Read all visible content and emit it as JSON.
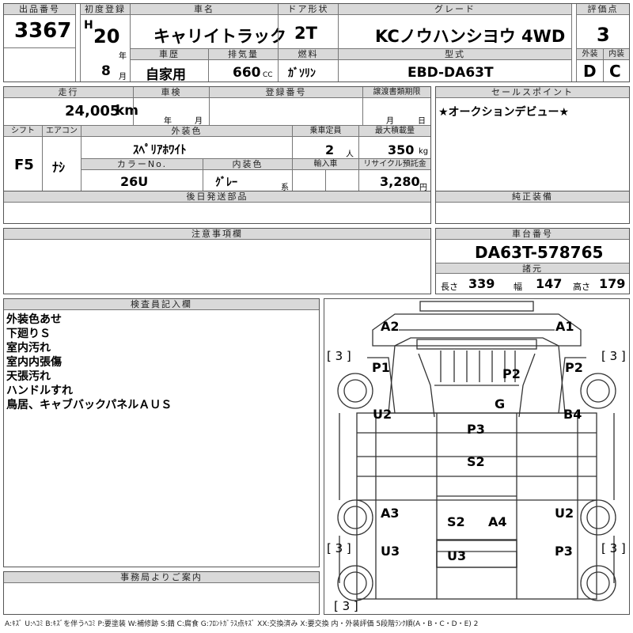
{
  "row1": {
    "lot_no_label": "出品番号",
    "lot_no": "3367",
    "first_reg_label": "初度登録",
    "era": "H",
    "year_no": "20",
    "year_unit": "年",
    "month_no": "8",
    "month_unit": "月",
    "car_name_label": "車名",
    "car_name": "キャリイトラック",
    "door_label": "ドア形状",
    "door": "2T",
    "grade_label": "グレード",
    "grade": "KCノウハンシヨウ 4WD",
    "score_label": "評価点",
    "score": "3",
    "history_label": "車歴",
    "history": "自家用",
    "displacement_label": "排気量",
    "displacement": "660",
    "displacement_unit": "CC",
    "fuel_label": "燃料",
    "fuel": "ｶﾞｿﾘﾝ",
    "model_label": "型式",
    "model": "EBD-DA63T",
    "exterior_label": "外装",
    "exterior": "D",
    "interior_label": "内装",
    "interior": "C"
  },
  "row2": {
    "mileage_label": "走行",
    "mileage": "24,005",
    "mileage_unit": "km",
    "inspection_label": "車検",
    "insp_year_unit": "年",
    "insp_month_unit": "月",
    "reg_no_label": "登録番号",
    "transfer_label": "譲渡書類期限",
    "transfer_month_unit": "月",
    "transfer_day_unit": "日",
    "shift_label": "シフト",
    "shift": "F5",
    "ac_label": "エアコン",
    "ac": "ﾅｼ",
    "ext_color_label": "外装色",
    "ext_color": "ｽﾍﾟﾘｱﾎﾜｲﾄ",
    "capacity_label": "乗車定員",
    "capacity": "2",
    "capacity_unit": "人",
    "load_label": "最大積載量",
    "load": "350",
    "load_unit": "kg",
    "color_no_label": "カラーNo.",
    "color_no": "26U",
    "int_color_label": "内装色",
    "int_color": "ｸﾞﾚｰ",
    "int_color_unit": "系",
    "import_label": "輸入車",
    "recycle_label": "リサイクル預託金",
    "recycle": "3,280",
    "recycle_unit": "円"
  },
  "sales_point_label": "セールスポイント",
  "sales_point": "★オークションデビュー★",
  "later_parts_label": "後日発送部品",
  "genuine_label": "純正装備",
  "notes_label": "注意事項欄",
  "chassis_label": "車台番号",
  "chassis_no": "DA63T-578765",
  "specs_label": "諸元",
  "specs": {
    "length_label": "長さ",
    "length": "339",
    "width_label": "幅",
    "width": "147",
    "height_label": "高さ",
    "height": "179"
  },
  "inspector_label": "検査員記入欄",
  "inspector_notes": [
    "外装色あせ",
    "下廻りＳ",
    "室内汚れ",
    "室内内張傷",
    "天張汚れ",
    "ハンドルすれ",
    "鳥居、キャブバックパネルＡＵＳ"
  ],
  "office_label": "事務局よりご案内",
  "diagram": {
    "tire_marks": [
      "[ 3 ]",
      "[ 3 ]",
      "[ 3 ]",
      "[ 3 ]",
      "[ 3 ]"
    ],
    "damage_labels": [
      "A2",
      "A1",
      "P1",
      "P2",
      "P2",
      "G",
      "U2",
      "B4",
      "P3",
      "S2",
      "A3",
      "S2",
      "A4",
      "U2",
      "U3",
      "U3",
      "P3"
    ]
  },
  "legend": "A:ｷｽﾞ U:ﾍｺﾐ B:ｷｽﾞを伴うﾍｺﾐ P:要塗装 W:補修跡 S:錆 C:腐食 G:ﾌﾛﾝﾄｶﾞﾗｽ点ｷｽﾞ XX:交換済み X:要交換  内・外装評価 5段階ﾗﾝｸ順(A・B・C・D・E) 2"
}
